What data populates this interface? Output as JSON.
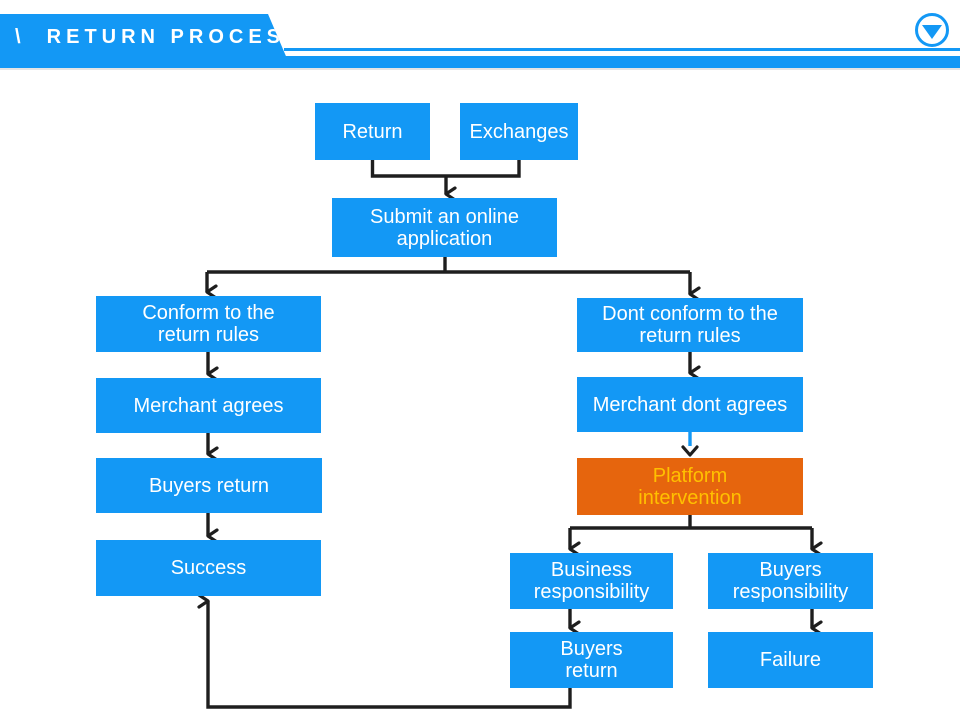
{
  "header": {
    "title": "\\  RETURN PROCESS",
    "dropdown_icon": "triangle-down-in-circle",
    "accent_color": "#1398F5"
  },
  "flowchart": {
    "colors": {
      "box_blue": "#1398F5",
      "box_orange": "#E6650D",
      "box_text_white": "#FFFFFF",
      "box_text_yellow": "#FFC000",
      "connector_black": "#1E1E1E",
      "connector_blue": "#1398F5"
    },
    "nodes": {
      "return": {
        "label": "Return"
      },
      "exchanges": {
        "label": "Exchanges"
      },
      "submit": {
        "label": "Submit an online\napplication"
      },
      "conform": {
        "label": "Conform to the\nreturn rules"
      },
      "merchant_agrees": {
        "label": "Merchant agrees"
      },
      "buyers_return": {
        "label": "Buyers return"
      },
      "success": {
        "label": "Success"
      },
      "dont_conform": {
        "label": "Dont conform to the\nreturn rules"
      },
      "merchant_dont_agrees": {
        "label": "Merchant dont agrees"
      },
      "platform_intervention": {
        "label": "Platform\nintervention"
      },
      "business_responsibility": {
        "label": "Business\nresponsibility"
      },
      "buyers_responsibility": {
        "label": "Buyers\nresponsibility"
      },
      "buyers_return_2": {
        "label": "Buyers\nreturn"
      },
      "failure": {
        "label": "Failure"
      }
    },
    "edges": [
      {
        "from": "return",
        "to": "submit"
      },
      {
        "from": "exchanges",
        "to": "submit"
      },
      {
        "from": "submit",
        "to": "conform"
      },
      {
        "from": "submit",
        "to": "dont_conform"
      },
      {
        "from": "conform",
        "to": "merchant_agrees"
      },
      {
        "from": "merchant_agrees",
        "to": "buyers_return"
      },
      {
        "from": "buyers_return",
        "to": "success"
      },
      {
        "from": "dont_conform",
        "to": "merchant_dont_agrees"
      },
      {
        "from": "merchant_dont_agrees",
        "to": "platform_intervention",
        "style": "blue-stem"
      },
      {
        "from": "platform_intervention",
        "to": "business_responsibility"
      },
      {
        "from": "platform_intervention",
        "to": "buyers_responsibility"
      },
      {
        "from": "business_responsibility",
        "to": "buyers_return_2"
      },
      {
        "from": "buyers_responsibility",
        "to": "failure"
      },
      {
        "from": "buyers_return_2",
        "to": "success"
      }
    ]
  }
}
